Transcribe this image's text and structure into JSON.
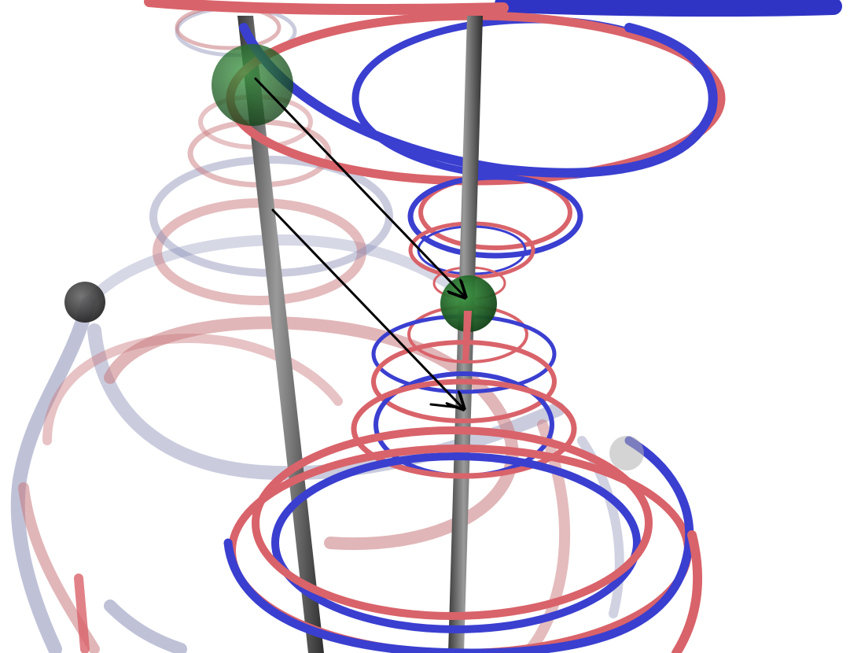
{
  "colors": {
    "background": "#ffffff",
    "red_tube": "#d9636a",
    "red_tube_dark": "#b8454c",
    "blue_tube": "#3a3fd0",
    "blue_tube_dark": "#2428a8",
    "gray_axis": "#555555",
    "gray_axis_light": "#8a8a8a",
    "green_sphere": "#1f6b2a",
    "dark_sphere": "#3a3a3a",
    "arrow": "#000000"
  },
  "objects": {
    "axes": [
      "left-vortex-axis",
      "right-vortex-axis"
    ],
    "spheres": [
      "upper-green-sphere",
      "middle-green-sphere",
      "left-dark-sphere",
      "right-faded-sphere"
    ],
    "arrows": [
      "upper-arrow",
      "lower-arrow"
    ]
  }
}
